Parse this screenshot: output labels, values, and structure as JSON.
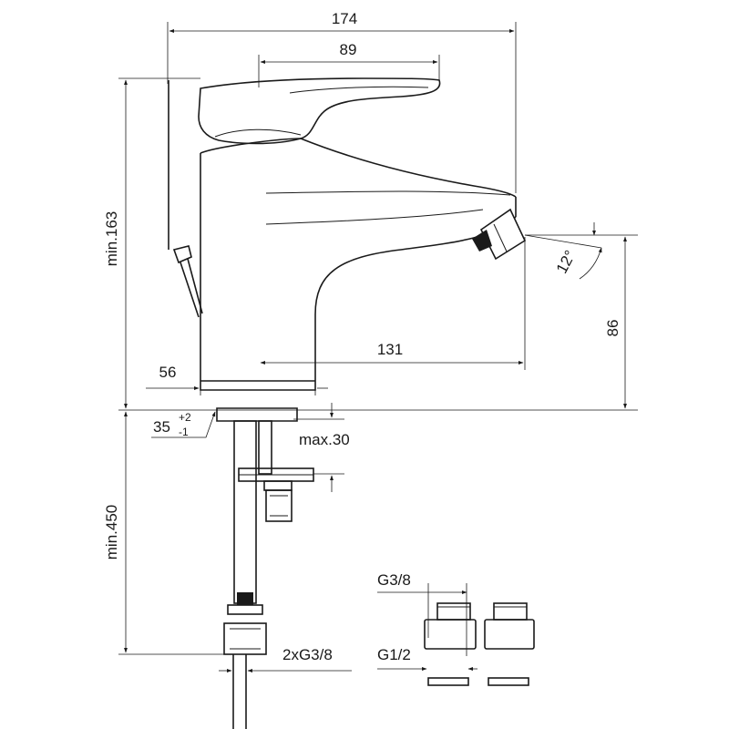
{
  "dimensions": {
    "overall_width": "174",
    "lever_width": "89",
    "min_height": "min.163",
    "spout_reach": "131",
    "base_diameter": "56",
    "outlet_height": "86",
    "hole_diameter_value": "35",
    "hole_tol_plus": "+2",
    "hole_tol_minus": "-1",
    "max_deck": "max.30",
    "min_hose": "min.450",
    "hose_connections": "2xG3/8",
    "spout_angle": "12°"
  },
  "adapter": {
    "thread_small": "G3/8",
    "thread_large": "G1/2"
  }
}
